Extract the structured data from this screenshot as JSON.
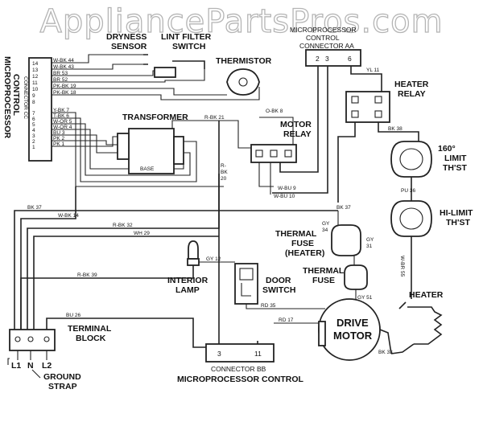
{
  "watermark": "AppliancePartsPros.com",
  "connector_cc": {
    "title_line1": "CONNECTOR CC",
    "title_line2": "MICROPROCESSOR",
    "title_line3": "CONTROL",
    "pins": [
      "14",
      "13",
      "12",
      "11",
      "10",
      "9",
      "8",
      "7",
      "6",
      "5",
      "4",
      "3",
      "2",
      "1"
    ],
    "wires": [
      "W-BK 44",
      "W-BK 43",
      "BR 53",
      "BR 52",
      "PK-BK 19",
      "PK-BK 18",
      "Y-BK 7",
      "T-BK 6",
      "W-OR 5",
      "W-OR 4",
      "BU 3",
      "PK 2",
      "PK 1"
    ]
  },
  "labels": {
    "dryness_sensor_1": "DRYNESS",
    "dryness_sensor_2": "SENSOR",
    "lint_filter_1": "LINT FILTER",
    "lint_filter_2": "SWITCH",
    "thermistor": "THERMISTOR",
    "mp_control_aa_1": "MICROPROCESSOR",
    "mp_control_aa_2": "CONTROL",
    "mp_control_aa_3": "CONNECTOR AA",
    "transformer": "TRANSFORMER",
    "base": "BASE",
    "heater_relay_1": "HEATER",
    "heater_relay_2": "RELAY",
    "motor_relay_1": "MOTOR",
    "motor_relay_2": "RELAY",
    "limit_thst_1": "160°",
    "limit_thst_2": "LIMIT",
    "limit_thst_3": "TH'ST",
    "hi_limit_1": "HI-LIMIT",
    "hi_limit_2": "TH'ST",
    "thermal_fuse_heater_1": "THERMAL",
    "thermal_fuse_heater_2": "FUSE",
    "thermal_fuse_heater_3": "(HEATER)",
    "thermal_fuse_1": "THERMAL",
    "thermal_fuse_2": "FUSE",
    "interior_lamp_1": "INTERIOR",
    "interior_lamp_2": "LAMP",
    "door_switch_1": "DOOR",
    "door_switch_2": "SWITCH",
    "heater": "HEATER",
    "drive_motor_1": "DRIVE",
    "drive_motor_2": "MOTOR",
    "terminal_block_1": "TERMINAL",
    "terminal_block_2": "BLOCK",
    "ground_strap_1": "GROUND",
    "ground_strap_2": "STRAP",
    "connector_bb_1": "CONNECTOR BB",
    "connector_bb_2": "MICROPROCESSOR CONTROL",
    "l1": "L1",
    "n": "N",
    "l2": "L2"
  },
  "pins": {
    "aa_2": "2",
    "aa_3": "3",
    "aa_6": "6",
    "bb_3": "3",
    "bb_11": "11"
  },
  "wires": {
    "yl11": "YL 11",
    "rbk21": "R-BK 21",
    "obk8": "O-BK 8",
    "bk38": "BK 38",
    "pu36": "PU 36",
    "wbu9": "W-BU 9",
    "wbu10": "W-BU 10",
    "bk37_left": "BK 37",
    "bk37_right": "BK 37",
    "wbk14": "W-BK 14",
    "rbk32": "R-BK 32",
    "wh29": "WH 29",
    "rbk20_1": "R-",
    "rbk20_2": "BK",
    "rbk20_3": "20",
    "gy34_1": "GY",
    "gy34_2": "34",
    "gy31_1": "GY",
    "gy31_2": "31",
    "gy51": "GY 51",
    "wbr55": "W-BR 55",
    "gy12": "GY 12",
    "rbk39": "R-BK 39",
    "rd35": "RD 35",
    "rd17": "RD 17",
    "bu26": "BU 26",
    "bk33": "BK 33"
  }
}
